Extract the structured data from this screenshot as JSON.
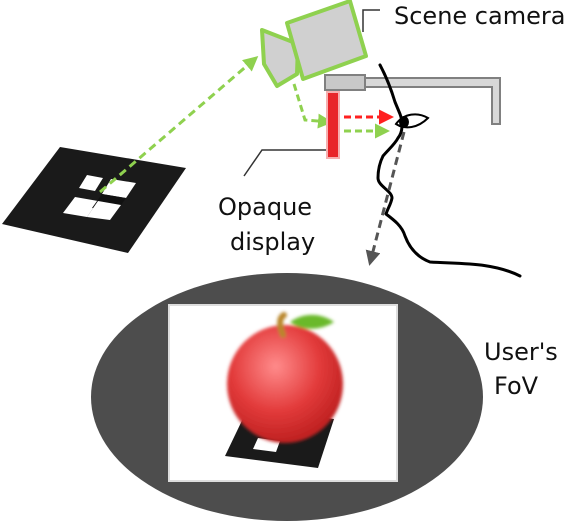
{
  "labels": {
    "scene_camera": "Scene camera",
    "opaque_display_line1": "Opaque",
    "opaque_display_line2": "display",
    "users_fov_line1": "User's",
    "users_fov_line2": "FoV"
  },
  "colors": {
    "camera_outline": "#8fd14f",
    "camera_fill": "#d0d0d0",
    "green_arrow": "#8fd14f",
    "red_arrow": "#ff2020",
    "display_bar": "#e8262a",
    "gaze_arrow": "#555555",
    "fov_ellipse": "#4d4d4d",
    "apple_red": "#e23a3a",
    "leaf_green": "#6ab92a",
    "marker_black": "#1a1a1a",
    "frame_gray": "#808080"
  },
  "icons": {
    "camera": "video-camera-icon",
    "marker": "fiducial-marker-icon",
    "eye": "eye-icon",
    "apple": "apple-icon"
  }
}
